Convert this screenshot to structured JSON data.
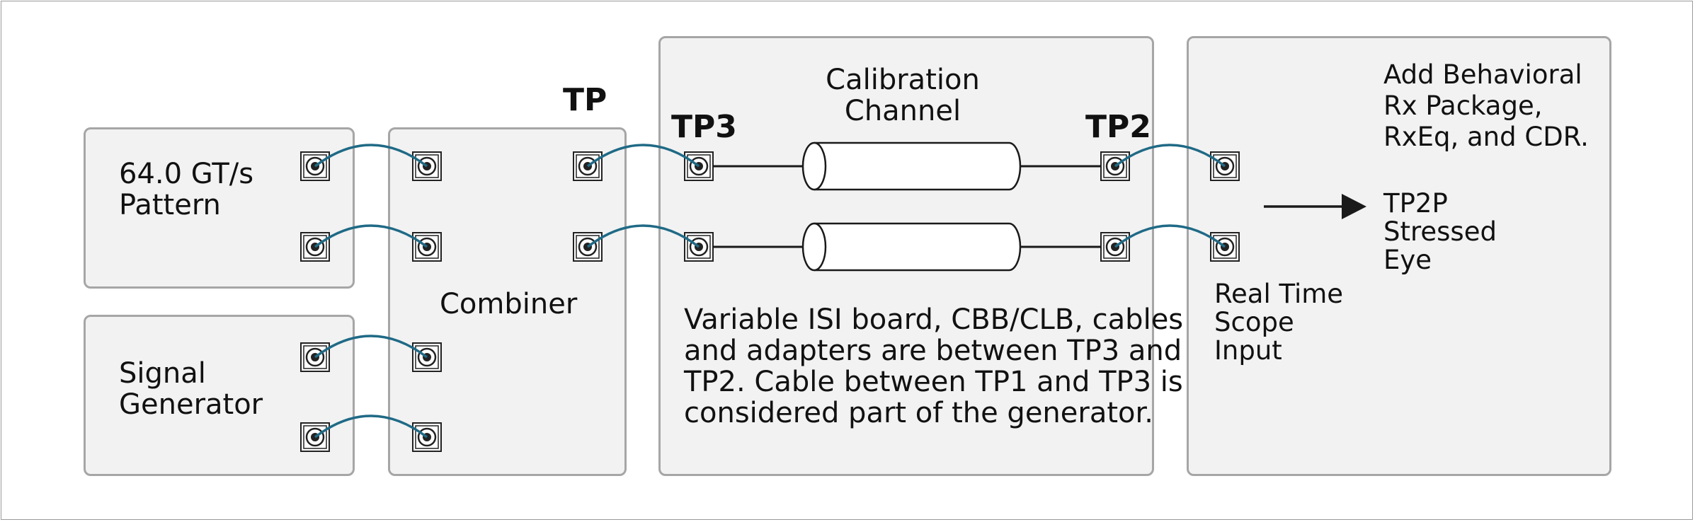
{
  "blocks": {
    "pattern": "64.0 GT/s\nPattern",
    "signal_generator": "Signal\nGenerator",
    "combiner": "Combiner",
    "calibration_channel": "Calibration\nChannel",
    "channel_note": "Variable ISI board, CBB/CLB, cables\nand adapters are between TP3 and\nTP2. Cable between TP1 and TP3 is\nconsidered part of the generator.",
    "scope_input": "Real Time\nScope\nInput",
    "rx_package": "Add Behavioral\nRx Package,\nRxEq, and CDR.",
    "stressed_eye": "TP2P\nStressed\nEye"
  },
  "test_points": {
    "tp": "TP",
    "tp3": "TP3",
    "tp2": "TP2"
  },
  "colors": {
    "box_fill": "#f2f2f2",
    "box_border": "#a6a6a6",
    "cable": "#1f6a86",
    "line": "#1a1a1a"
  }
}
